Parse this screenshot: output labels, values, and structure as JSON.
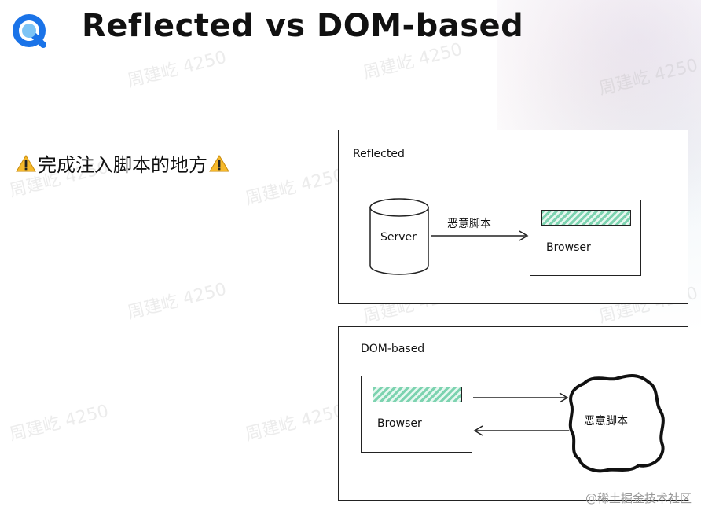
{
  "header": {
    "title": "Reflected vs DOM-based"
  },
  "note": {
    "text": "完成注入脚本的地方"
  },
  "diagram_reflected": {
    "label": "Reflected",
    "server_label": "Server",
    "arrow_label": "恶意脚本",
    "browser_label": "Browser"
  },
  "diagram_dom": {
    "label": "DOM-based",
    "browser_label": "Browser",
    "cloud_label": "恶意脚本"
  },
  "watermark": {
    "text": "周建屹 4250"
  },
  "footer": {
    "text": "@稀土掘金技术社区"
  }
}
